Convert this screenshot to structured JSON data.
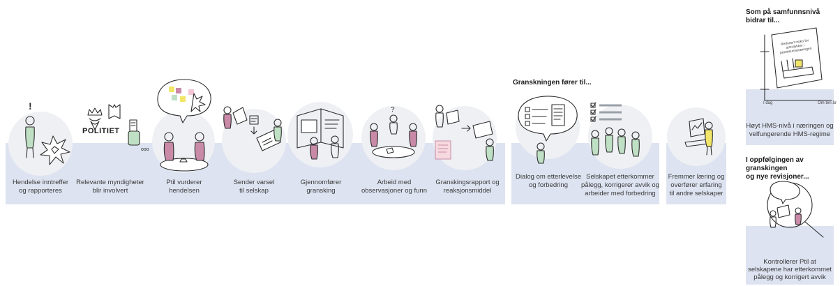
{
  "steps": [
    {
      "label_1": "Hendelse inntreffer",
      "label_2": "og rapporteres"
    },
    {
      "label_1": "Relevante myndigheter",
      "label_2": "blir involvert",
      "politi_text": "POLITIET"
    },
    {
      "label_1": "Ptil vurderer",
      "label_2": "hendelsen"
    },
    {
      "label_1": "Sender varsel",
      "label_2": "til selskap"
    },
    {
      "label_1": "Gjennomfører",
      "label_2": "gransking"
    },
    {
      "label_1": "Arbeid med",
      "label_2": "observasjoner og funn"
    },
    {
      "label_1": "Granskingsrapport og",
      "label_2": "reaksjonsmiddel"
    }
  ],
  "group2": {
    "header": "Granskningen fører til...",
    "items": [
      {
        "label_1": "Dialog om etterlevelse",
        "label_2": "og forbedring"
      },
      {
        "label_1": "Selskapet etterkommer",
        "label_2": "pålegg, korrigerer avvik og",
        "label_3": "arbeider med forbedring"
      }
    ]
  },
  "group3": {
    "label_1": "Fremmer læring og",
    "label_2": "overfører erfaring",
    "label_3": "til andre selskaper"
  },
  "right_top": {
    "header_1": "Som på samfunnsnivå",
    "header_2": "bidrar til...",
    "book_text_1": "Redusert risiko for",
    "book_text_2": "storulykker i",
    "book_text_3": "petroleumsnæringen",
    "axis_left": "I dag",
    "axis_right": "Om ten år",
    "label_1": "Høyt HMS-nivå i næringen og",
    "label_2": "velfungerende HMS-regime"
  },
  "right_bottom": {
    "header_1": "I oppfølgingen av granskingen",
    "header_2": "og nye revisjoner...",
    "label_1": "Kontrollerer Ptil at",
    "label_2": "selskapene har etterkommet",
    "label_3": "pålegg og korrigert avvik"
  }
}
